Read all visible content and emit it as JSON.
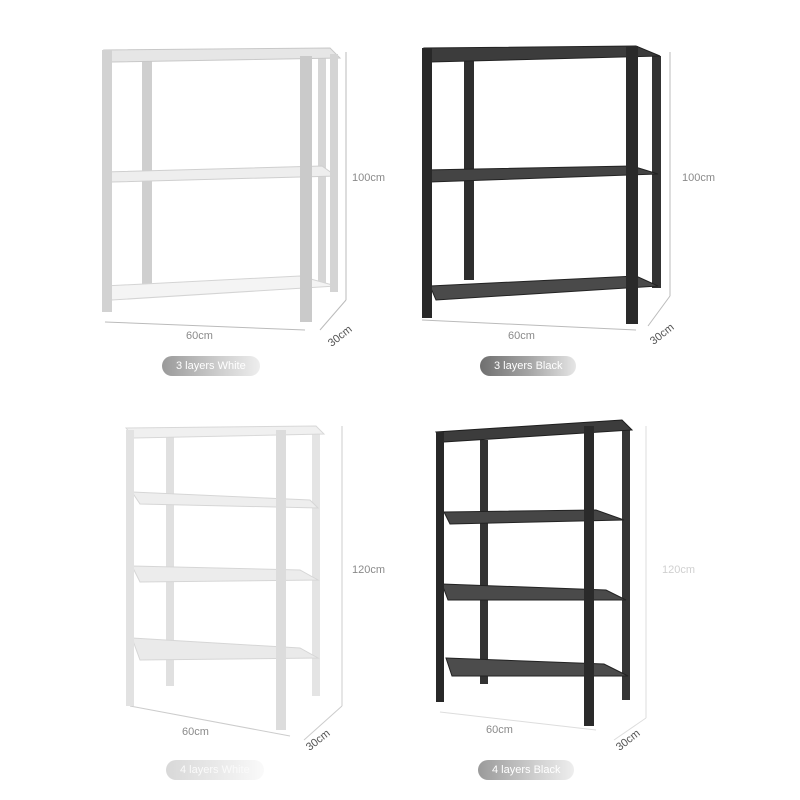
{
  "products": [
    {
      "variant_label": "3 layers  White",
      "width_label": "60cm",
      "depth_label": "30cm",
      "height_label": "100cm",
      "frame_color": "#d2d2d2",
      "shelf_color": "#f2f2f2"
    },
    {
      "variant_label": "3 layers  Black",
      "width_label": "60cm",
      "depth_label": "30cm",
      "height_label": "100cm",
      "frame_color": "#2b2b2b",
      "shelf_color": "#3a3a3a"
    },
    {
      "variant_label": "4 layers  White",
      "width_label": "60cm",
      "depth_label": "30cm",
      "height_label": "120cm",
      "frame_color": "#e2e2e2",
      "shelf_color": "#f0f0f0"
    },
    {
      "variant_label": "4 layers  Black",
      "width_label": "60cm",
      "depth_label": "30cm",
      "height_label": "120cm",
      "frame_color": "#2a2a2a",
      "shelf_color": "#3b3b3b"
    }
  ]
}
